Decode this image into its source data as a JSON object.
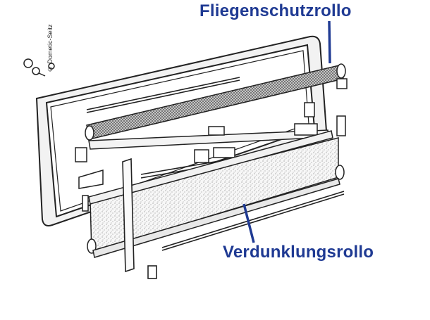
{
  "labels": {
    "fly_screen": "Fliegenschutzrollo",
    "blackout": "Verdunklungsrollo"
  },
  "copyright": "© Dometic-Seitz",
  "colors": {
    "label": "#1f3a93",
    "line": "#222222",
    "fill_light": "#f4f4f4",
    "fill_mesh": "#bdbdbd"
  }
}
